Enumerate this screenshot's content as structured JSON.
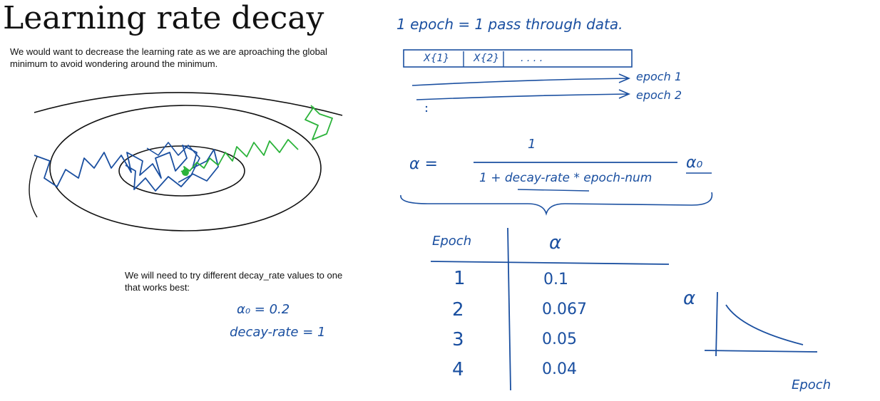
{
  "title": "Learning rate decay",
  "notes": {
    "intro": "We would want to decrease the learning rate as we are aproaching the global minimum to avoid wondering around the minimum.",
    "try_values": "We will need to try different decay_rate values to one that works best:"
  },
  "handwriting": {
    "epoch_def": "1 epoch = 1 pass through data.",
    "minibatch_1": "X{1}",
    "minibatch_2": "X{2}",
    "minibatch_more": ". . . .",
    "epoch1": "epoch 1",
    "epoch2": "epoch 2",
    "formula_lhs": "α =",
    "formula_numerator": "1",
    "formula_denominator": "1 + decay-rate * epoch-num",
    "formula_alpha0": "α₀",
    "example_alpha0": "α₀ = 0.2",
    "example_decay": "decay-rate = 1",
    "plot_ylabel": "α",
    "plot_xlabel": "Epoch"
  },
  "table": {
    "headers": [
      "Epoch",
      "α"
    ],
    "rows": [
      {
        "epoch": "1",
        "alpha": "0.1"
      },
      {
        "epoch": "2",
        "alpha": "0.067"
      },
      {
        "epoch": "3",
        "alpha": "0.05"
      },
      {
        "epoch": "4",
        "alpha": "0.04"
      }
    ]
  },
  "colors": {
    "ink_blue": "#1a4fa0",
    "ink_green": "#2bb33a",
    "ink_black": "#111111"
  }
}
